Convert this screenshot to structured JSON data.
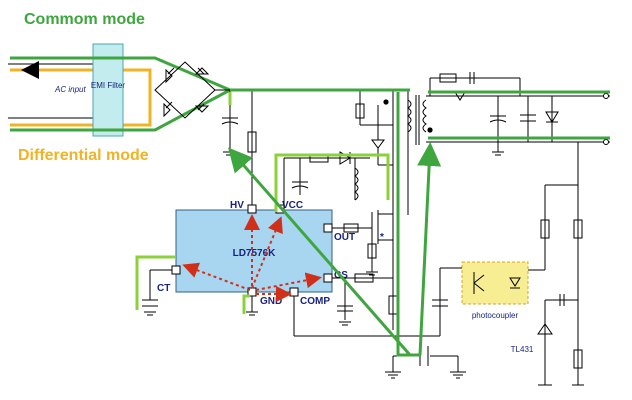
{
  "labels": {
    "common_mode": "Commom mode",
    "differential_mode": "Differential mode",
    "ac_input": "AC input",
    "emi_filter": "EMI Filter",
    "chip_name": "LD7576K",
    "pins": {
      "hv": "HV",
      "vcc": "VCC",
      "out": "OUT",
      "cs": "CS",
      "gnd": "GND",
      "comp": "COMP",
      "ct": "CT"
    },
    "photocoupler": "photocoupler",
    "tl431": "TL431",
    "asterisk": "*"
  },
  "colors": {
    "common_mode": "#3fa63f",
    "differential_mode": "#f0b323",
    "noise_path": "#8dd13a",
    "loop_arrows": "#d0301a",
    "chip_fill": "#a8d6f0",
    "emi_fill": "#c2ecee",
    "photocoupler_fill": "#f7ed93",
    "circuit": "#000000"
  }
}
